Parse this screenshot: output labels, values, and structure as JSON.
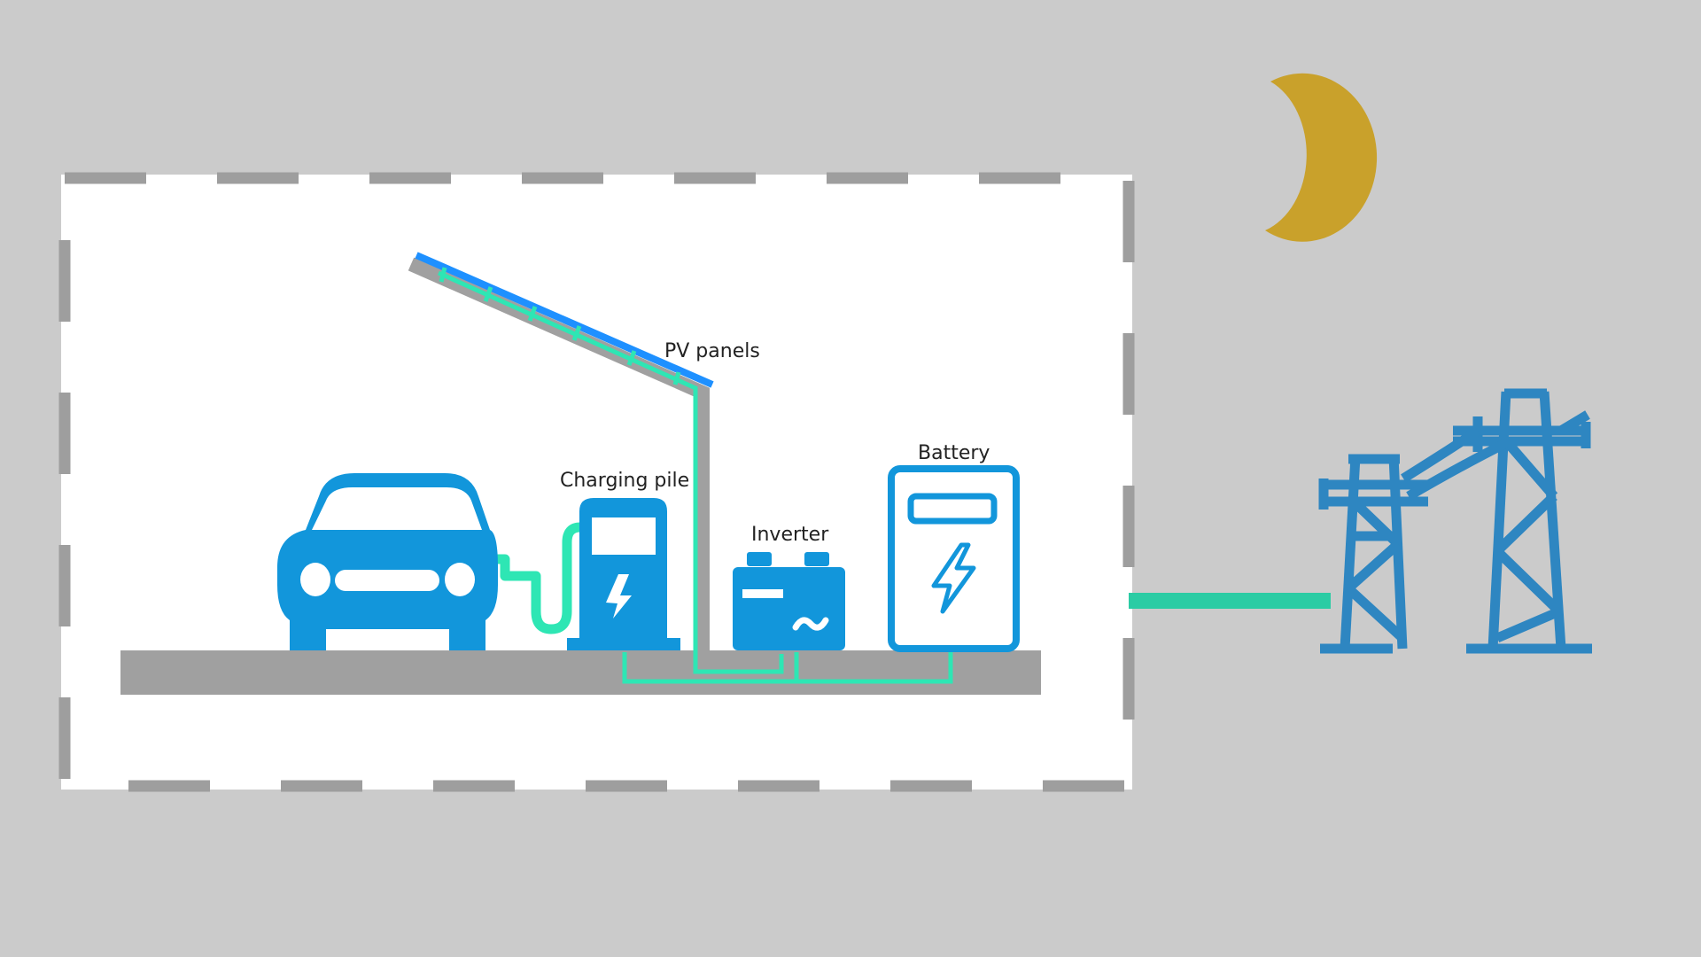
{
  "labels": {
    "pv_panels": "PV panels",
    "charging_pile": "Charging pile",
    "inverter": "Inverter",
    "battery": "Battery"
  },
  "icons": {
    "moon": "moon-icon",
    "car": "car-icon",
    "charging_pile": "charging-pile-icon",
    "inverter": "inverter-icon",
    "battery": "battery-icon",
    "pv_panel": "solar-panel-icon",
    "grid_tower": "transmission-tower-icon"
  },
  "colors": {
    "background": "#cbcbcb",
    "station_area": "#ffffff",
    "dashed_border": "#9e9e9e",
    "ground": "#a0a0a0",
    "device_blue": "#1296db",
    "tower_blue": "#2e86c1",
    "wire": "#2ee6b4",
    "grid_link": "#2bcca4",
    "moon": "#c9a12b",
    "panel_surface": "#1e90ff"
  }
}
